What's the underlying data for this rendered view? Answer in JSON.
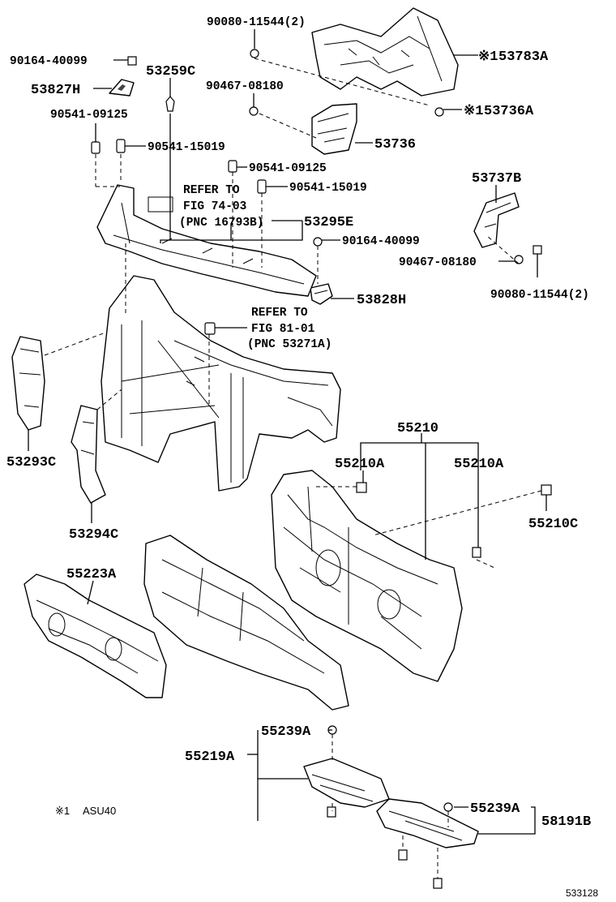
{
  "labels": {
    "p90080_top": "90080-11544(2)",
    "p53783A": "53783A",
    "p90164_top": "90164-40099",
    "p53259C": "53259C",
    "p53827H": "53827H",
    "p90467_top": "90467-08180",
    "p90541_09125_a": "90541-09125",
    "p53736A": "53736A",
    "p90541_15019_a": "90541-15019",
    "p53736": "53736",
    "p90541_09125_b": "90541-09125",
    "p90541_15019_b": "90541-15019",
    "p53737B": "53737B",
    "p53295E": "53295E",
    "p90164_mid": "90164-40099",
    "p90467_mid": "90467-08180",
    "p90080_mid": "90080-11544(2)",
    "p53828H": "53828H",
    "p53293C": "53293C",
    "p55210": "55210",
    "p55210A_l": "55210A",
    "p55210A_r": "55210A",
    "p55210C": "55210C",
    "p53294C": "53294C",
    "p55223A": "55223A",
    "p55239A_top": "55239A",
    "p55219A": "55219A",
    "p55239A_low": "55239A",
    "p58191B": "58191B"
  },
  "refs": {
    "ref1_line1": "REFER TO",
    "ref1_line2": "FIG 74-03",
    "ref1_line3": "(PNC 16793B)",
    "ref2_line1": "REFER TO",
    "ref2_line2": "FIG 81-01",
    "ref2_line3": "(PNC 53271A)"
  },
  "marks": {
    "mark_53783A": "※1",
    "mark_53736A": "※1"
  },
  "footnote": {
    "mark": "※1",
    "text": "ASU40"
  },
  "illustration_id": "533128"
}
